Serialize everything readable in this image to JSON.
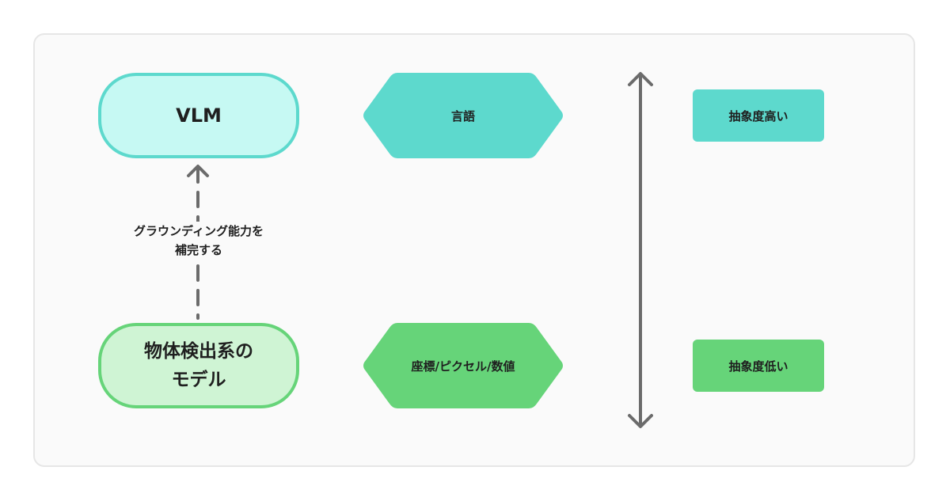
{
  "nodes": {
    "vlm": "VLM",
    "detector_line1": "物体検出系の",
    "detector_line2": "モデル"
  },
  "edges": {
    "grounding_line1": "グラウンディング能力を",
    "grounding_line2": "補完する"
  },
  "modalities": {
    "language": "言語",
    "coordinates": "座標/ピクセル/数値"
  },
  "abstraction": {
    "high": "抽象度高い",
    "low": "抽象度低い"
  },
  "colors": {
    "teal_fill": "#c6f9f3",
    "teal_border": "#5dd9cd",
    "green_fill": "#cff4d4",
    "green_border": "#66d479",
    "arrow": "#6b6b6b"
  }
}
